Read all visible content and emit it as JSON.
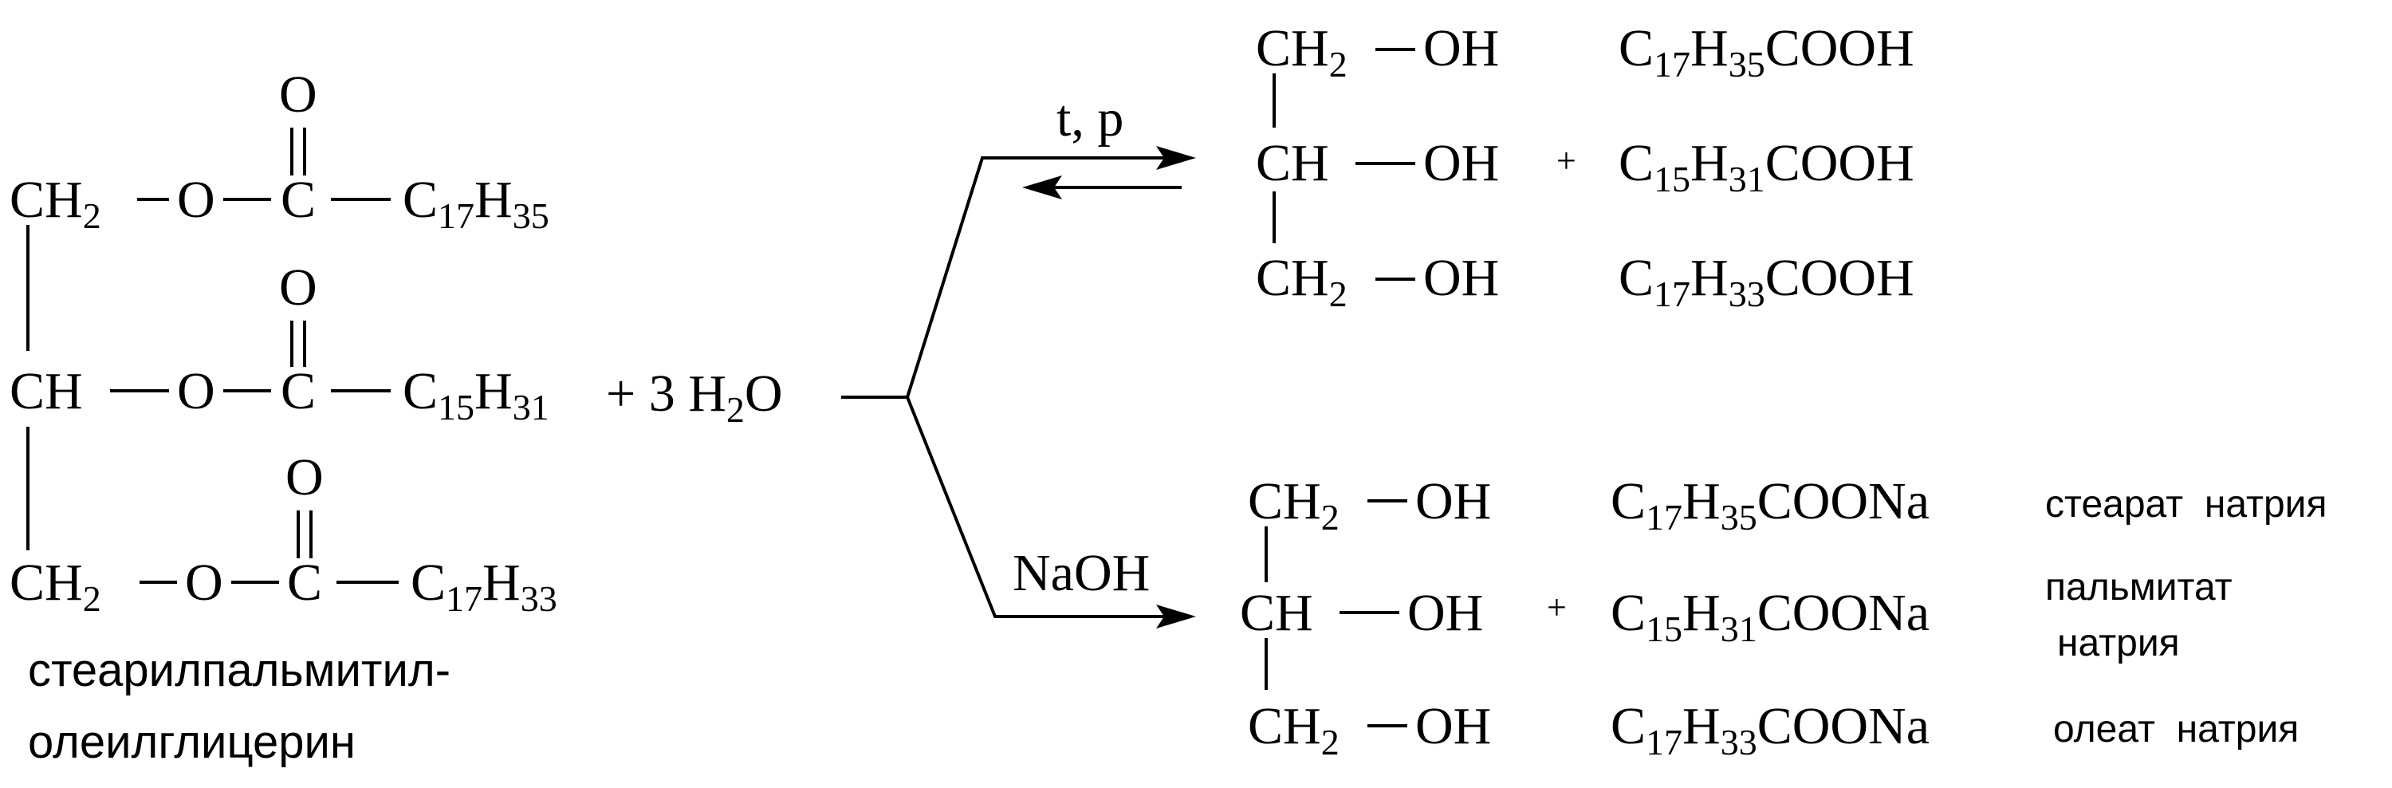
{
  "reactant": {
    "row1": {
      "left": "CH",
      "left_sub": "2",
      "oxygen": "O",
      "carbon": "C",
      "carbonyl": "O",
      "chain_c": "C",
      "chain_c_sub": "17",
      "chain_h": "H",
      "chain_h_sub": "35"
    },
    "row2": {
      "left": "CH",
      "oxygen": "O",
      "carbon": "C",
      "carbonyl": "O",
      "chain_c": "C",
      "chain_c_sub": "15",
      "chain_h": "H",
      "chain_h_sub": "31"
    },
    "row3": {
      "left": "CH",
      "left_sub": "2",
      "oxygen": "O",
      "carbon": "C",
      "carbonyl": "O",
      "chain_c": "C",
      "chain_c_sub": "17",
      "chain_h": "H",
      "chain_h_sub": "33"
    },
    "name_line1": "стеарилпальмитил-",
    "name_line2": "олеилглицерин"
  },
  "water": {
    "prefix": "+ 3 H",
    "sub": "2",
    "suffix": "O"
  },
  "upper_branch": {
    "condition": "t, p",
    "glycerol": [
      {
        "group": "CH",
        "sub": "2",
        "oh": "OH"
      },
      {
        "group": "CH",
        "sub": "",
        "oh": "OH"
      },
      {
        "group": "CH",
        "sub": "2",
        "oh": "OH"
      }
    ],
    "plus": "+",
    "acids": [
      {
        "c": "C",
        "c_sub": "17",
        "h": "H",
        "h_sub": "35",
        "tail": "COOH"
      },
      {
        "c": "C",
        "c_sub": "15",
        "h": "H",
        "h_sub": "31",
        "tail": "COOH"
      },
      {
        "c": "C",
        "c_sub": "17",
        "h": "H",
        "h_sub": "33",
        "tail": "COOH"
      }
    ]
  },
  "lower_branch": {
    "condition": "NaOH",
    "glycerol": [
      {
        "group": "CH",
        "sub": "2",
        "oh": "OH"
      },
      {
        "group": "CH",
        "sub": "",
        "oh": "OH"
      },
      {
        "group": "CH",
        "sub": "2",
        "oh": "OH"
      }
    ],
    "plus": "+",
    "salts": [
      {
        "c": "C",
        "c_sub": "17",
        "h": "H",
        "h_sub": "35",
        "tail": "COONa",
        "name_line1": "стеарат  натрия",
        "name_line2": ""
      },
      {
        "c": "C",
        "c_sub": "15",
        "h": "H",
        "h_sub": "31",
        "tail": "COONa",
        "name_line1": "пальмитат",
        "name_line2": "натрия"
      },
      {
        "c": "C",
        "c_sub": "17",
        "h": "H",
        "h_sub": "33",
        "tail": "COONa",
        "name_line1": "олеат  натрия",
        "name_line2": ""
      }
    ]
  }
}
